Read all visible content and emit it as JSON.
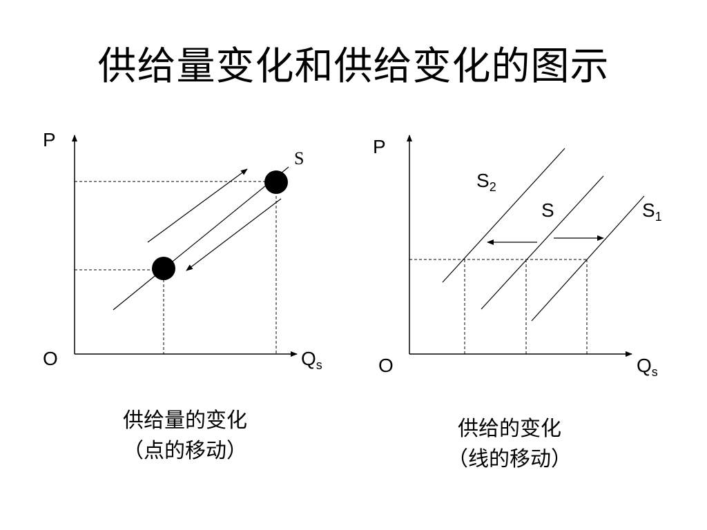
{
  "title": "供给量变化和供给变化的图示",
  "left_panel": {
    "y_axis_label": "P",
    "origin_label": "O",
    "x_axis_label": "Q",
    "x_axis_sub": "s",
    "curve_label": "S",
    "caption_line1": "供给量的变化",
    "caption_line2": "（点的移动）"
  },
  "right_panel": {
    "y_axis_label": "P",
    "origin_label": "O",
    "x_axis_label": "Q",
    "x_axis_sub": "s",
    "curve_s2_label": "S",
    "curve_s2_sub": "2",
    "curve_s_label": "S",
    "curve_s1_label": "S",
    "curve_s1_sub": "1",
    "caption_line1": "供给的变化",
    "caption_line2": "（线的移动）"
  }
}
